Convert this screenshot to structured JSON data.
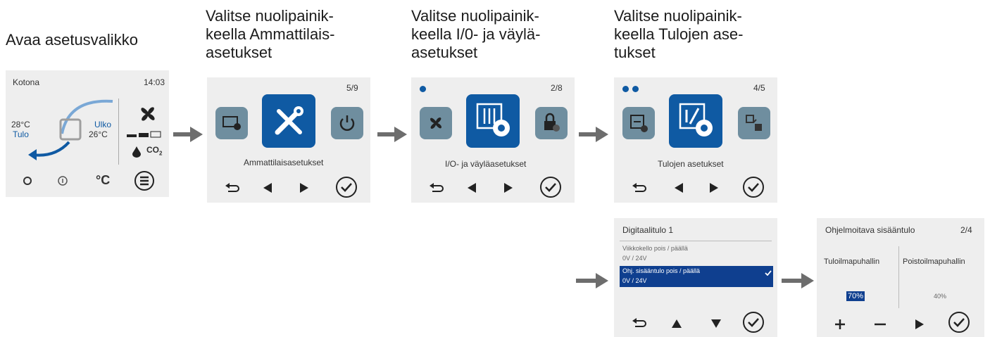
{
  "steps": [
    {
      "caption": [
        "Avaa asetusvalikko"
      ]
    },
    {
      "caption": [
        "Valitse nuolipainik-",
        "keella Ammattilais-",
        "asetukset"
      ]
    },
    {
      "caption": [
        "Valitse nuolipainik-",
        "keella I/0- ja väylä-",
        "asetukset"
      ]
    },
    {
      "caption": [
        "Valitse nuolipainik-",
        "keella Tulojen ase-",
        "tukset"
      ]
    }
  ],
  "home": {
    "location": "Kotona",
    "time": "14:03",
    "supply_temp": "28°C",
    "supply_label": "Tulo",
    "outdoor_label": "Ulko",
    "outdoor_temp": "26°C",
    "co2_label": "CO",
    "co2_sub": "2",
    "unit_button": "°C"
  },
  "screen2": {
    "page": "5/9",
    "label": "Ammattilaisasetukset"
  },
  "screen3": {
    "page": "2/8",
    "label": "I/O- ja väyläasetukset"
  },
  "screen4": {
    "page": "4/5",
    "label": "Tulojen asetukset"
  },
  "screen5": {
    "title": "Digitaalitulo 1",
    "items": [
      {
        "line1": "Viikkokello pois / päällä",
        "line2": "0V / 24V",
        "selected": false
      },
      {
        "line1": "Ohj. sisääntulo pois / päällä",
        "line2": "0V / 24V",
        "selected": true
      }
    ]
  },
  "screen6": {
    "title": "Ohjelmoitava sisääntulo",
    "page": "2/4",
    "col1": "Tuloilmapuhallin",
    "col2": "Poistoilmapuhallin",
    "val1": "70%",
    "val2": "40%"
  },
  "colors": {
    "accent": "#0f5aa3",
    "tile_grey": "#6f8e9f",
    "screen_bg": "#eeeeee",
    "arrow": "#6d6d6d"
  },
  "icons": [
    "home-icon",
    "info-icon",
    "menu-icon",
    "back-icon",
    "left-arrow-icon",
    "right-arrow-icon",
    "check-icon",
    "fan-icon",
    "drop-icon",
    "tools-icon",
    "power-icon",
    "sliders-icon",
    "lock-icon",
    "io-icon",
    "up-arrow-icon",
    "down-arrow-icon",
    "plus-icon",
    "minus-icon"
  ]
}
